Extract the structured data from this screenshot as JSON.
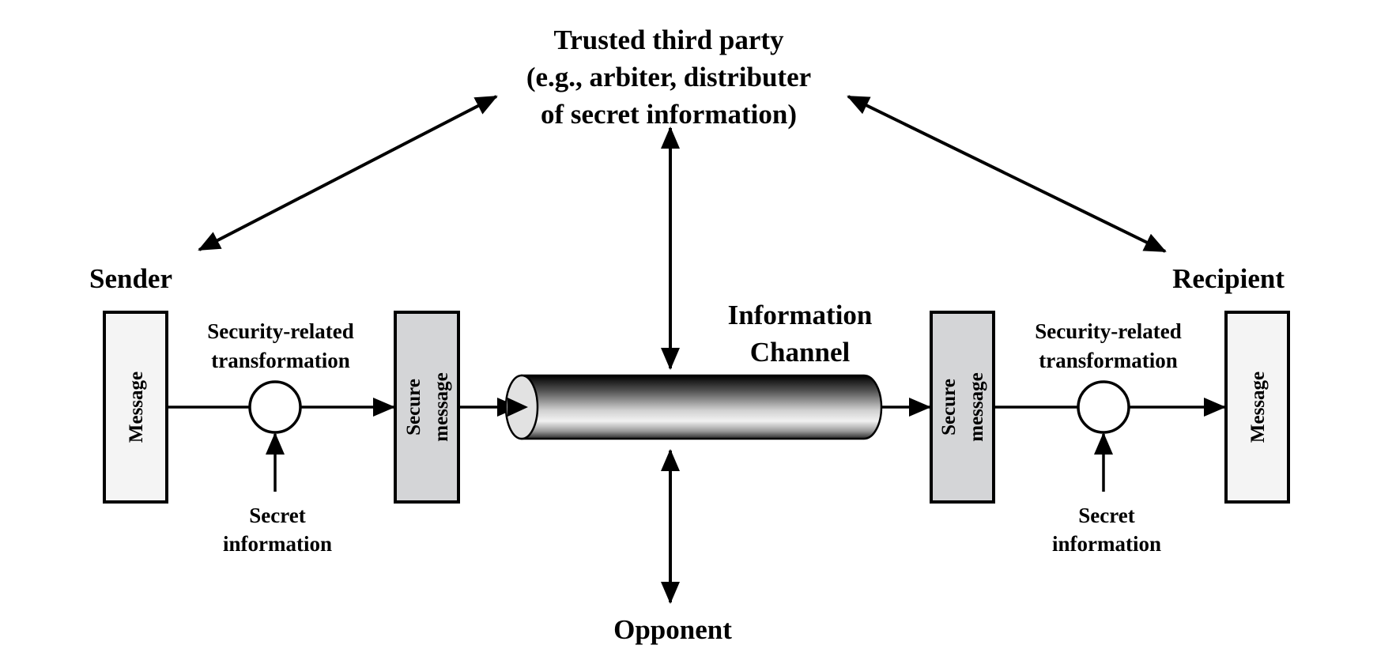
{
  "diagram": {
    "trusted_party": {
      "lines": [
        "Trusted third party",
        "(e.g., arbiter, distributer",
        "of secret information)"
      ]
    },
    "sender": {
      "label": "Sender"
    },
    "recipient": {
      "label": "Recipient"
    },
    "channel": {
      "lines": [
        "Information",
        "Channel"
      ]
    },
    "opponent": {
      "label": "Opponent"
    },
    "left": {
      "message": "Message",
      "transform_lines": [
        "Security-related",
        "transformation"
      ],
      "secret_lines": [
        "Secret",
        "information"
      ],
      "secure_lines": [
        "Secure",
        "message"
      ]
    },
    "right": {
      "message": "Message",
      "transform_lines": [
        "Security-related",
        "transformation"
      ],
      "secret_lines": [
        "Secret",
        "information"
      ],
      "secure_lines": [
        "Secure",
        "message"
      ]
    },
    "colors": {
      "stroke": "#000000",
      "message_fill": "#f4f4f4",
      "secure_fill": "#d4d5d7",
      "cylinder_cap": "#e2e2e2"
    }
  }
}
